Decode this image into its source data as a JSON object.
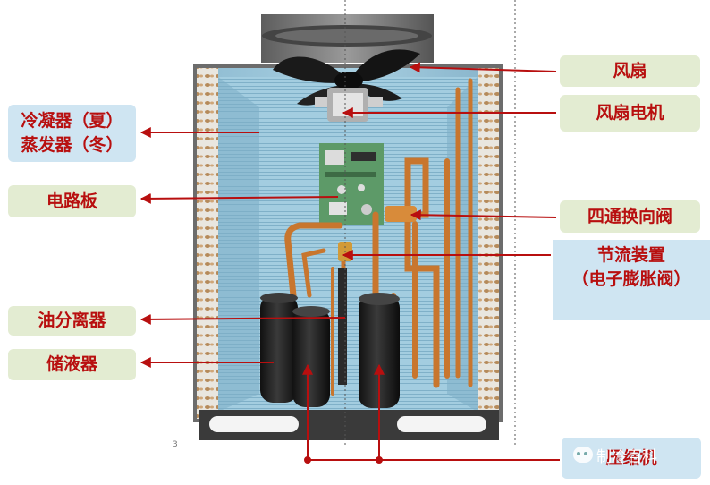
{
  "labels": {
    "fan": "风扇",
    "fan_motor": "风扇电机",
    "condenser_line1": "冷凝器（夏）",
    "condenser_line2": "蒸发器（冬）",
    "circuit_board": "电路板",
    "four_way_valve": "四通换向阀",
    "throttle_line1": "节流装置",
    "throttle_line2": "（电子膨胀阀）",
    "oil_separator": "油分离器",
    "receiver": "储液器",
    "compressor": "压缩机"
  },
  "watermark": "制冷百科",
  "page_number": "3",
  "colors": {
    "label_text": "#b80f0f",
    "arrow": "#b80f0f",
    "green_box": "#e3ecd2",
    "blue_box": "#cfe5f2",
    "coil_water": "#9cc6d8",
    "copper": "#c8762e",
    "pcb": "#4f8a5c"
  }
}
